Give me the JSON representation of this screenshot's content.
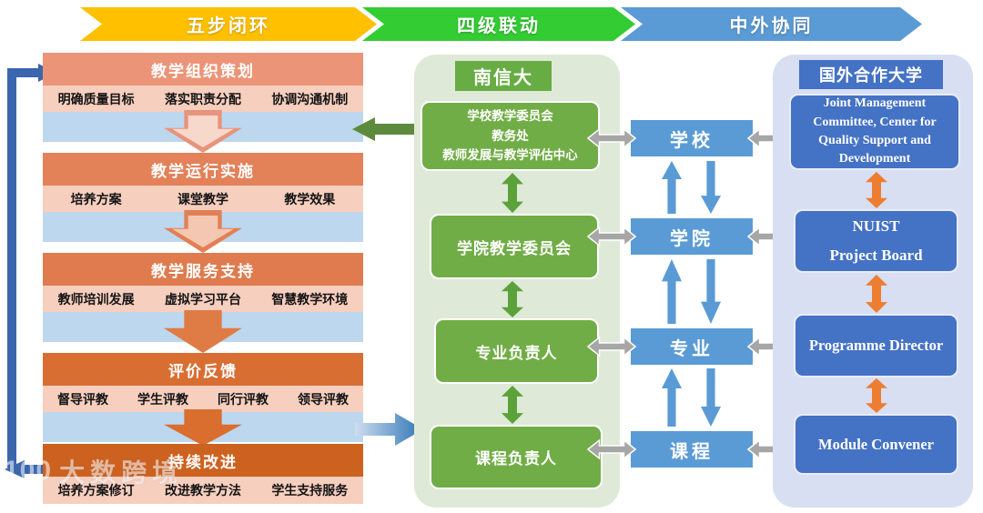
{
  "stages": [
    {
      "label": "五步闭环",
      "color": "#FFC000"
    },
    {
      "label": "四级联动",
      "color": "#33CC33"
    },
    {
      "label": "中外协同",
      "color": "#5B9BD5"
    }
  ],
  "left_blocks": [
    {
      "title": "教学组织策划",
      "items": [
        "明确质量目标",
        "落实职责分配",
        "协调沟通机制"
      ]
    },
    {
      "title": "教学运行实施",
      "items": [
        "培养方案",
        "课堂教学",
        "教学效果"
      ]
    },
    {
      "title": "教学服务支持",
      "items": [
        "教师培训发展",
        "虚拟学习平台",
        "智慧教学环境"
      ]
    },
    {
      "title": "评价反馈",
      "items": [
        "督导评教",
        "学生评教",
        "同行评教",
        "领导评教"
      ]
    },
    {
      "title": "持续改进",
      "items": [
        "培养方案修订",
        "改进教学方法",
        "学生支持服务"
      ]
    }
  ],
  "middle": {
    "header": "南信大",
    "boxes": [
      {
        "lines": [
          "学校教学委员会",
          "教务处",
          "教师发展与教学评估中心"
        ]
      },
      {
        "lines": [
          "学院教学委员会"
        ]
      },
      {
        "lines": [
          "专业负责人"
        ]
      },
      {
        "lines": [
          "课程负责人"
        ]
      }
    ]
  },
  "levels": [
    "学校",
    "学院",
    "专业",
    "课程"
  ],
  "right": {
    "header": "国外合作大学",
    "boxes": [
      {
        "lines": [
          "Joint Management Committee, Center for Quality Support and Development"
        ]
      },
      {
        "lines": [
          "NUIST",
          "Project Board"
        ]
      },
      {
        "lines": [
          "Programme Director"
        ]
      },
      {
        "lines": [
          "Module Convener"
        ]
      }
    ]
  },
  "watermark": {
    "logo": "100",
    "text": "大数跨境"
  },
  "colors": {
    "stage_yellow": "#FFC000",
    "stage_green": "#33CC33",
    "stage_blue": "#5B9BD5",
    "block_headers": [
      "#EC9478",
      "#E38159",
      "#DF7B4E",
      "#D96E33",
      "#CD6120"
    ],
    "block_item_bg": "#F7CFBF",
    "block_spacer_bg": "#BDD7EE",
    "green_panel": "#DFE9D8",
    "green_box": "#71AD47",
    "green_arrow": "#5CA23A",
    "level_blue": "#5B9BD5",
    "gray_arrow": "#A6A6A6",
    "foreign_panel": "#D9DFF2",
    "foreign_blue": "#4472C4",
    "orange_arrow": "#ED7D31",
    "loop_blue": "#3B66AE",
    "connector_green": "#5D8A3C"
  }
}
